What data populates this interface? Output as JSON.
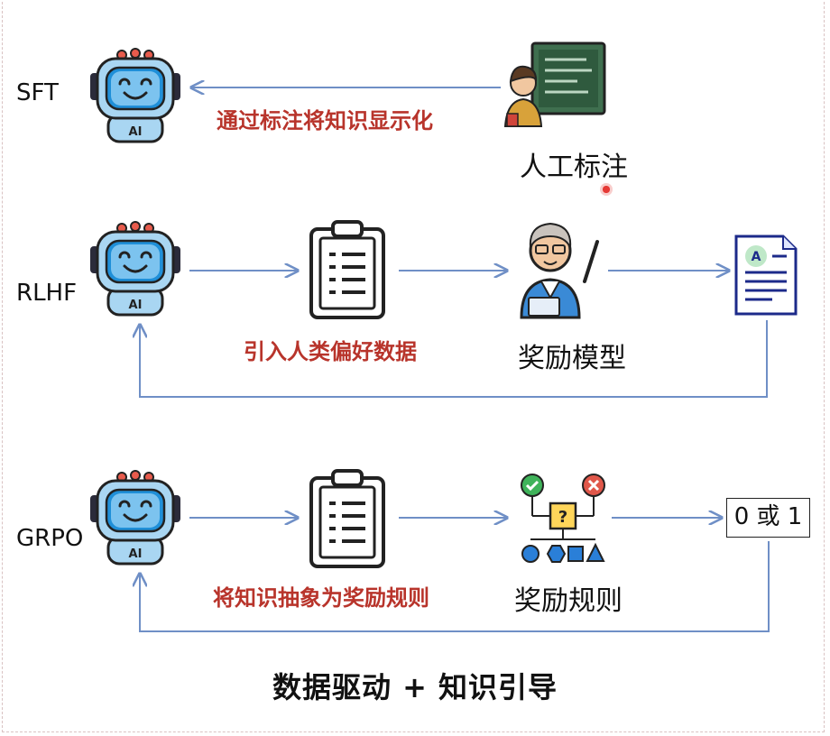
{
  "rows": {
    "sft": {
      "label": "SFT",
      "arrow_text": "通过标注将知识显示化",
      "annotator_label": "人工标注"
    },
    "rlhf": {
      "label": "RLHF",
      "data_text": "引入人类偏好数据",
      "model_label": "奖励模型"
    },
    "grpo": {
      "label": "GRPO",
      "data_text": "将知识抽象为奖励规则",
      "rule_label": "奖励规则",
      "output_text": "0 或 1"
    }
  },
  "icons": {
    "robot_badge": "AI",
    "document_letter": "A",
    "rule_question": "?"
  },
  "footer": "数据驱动 + 知识引导",
  "colors": {
    "arrow": "#6f8fc6",
    "label_red": "#b8342b",
    "robot_blue": "#a9d6f2",
    "robot_screen": "#1f8fd8"
  }
}
